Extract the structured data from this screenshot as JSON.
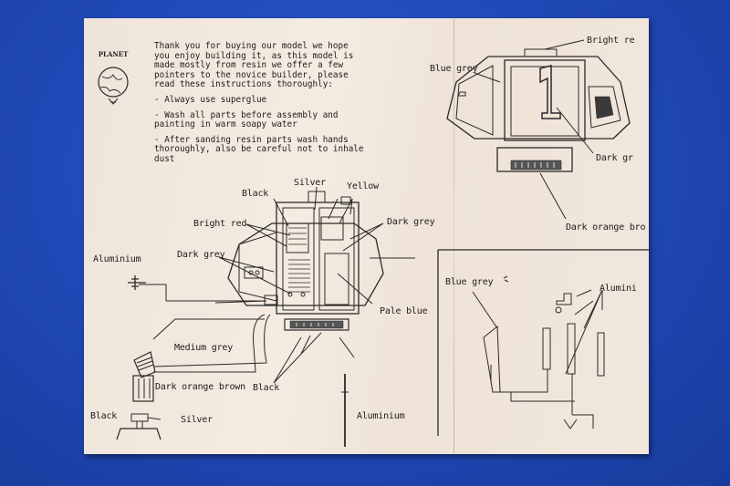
{
  "logo": {
    "text": "PLANET"
  },
  "intro": {
    "paragraphs": [
      "Thank you for buying our model we hope\nyou enjoy building it, as this model is\nmade mostly from resin we offer a few\npointers to the novice builder, please\nread these instructions thoroughly:",
      "- Always use superglue",
      "- Wash all parts before assembly and\npainting in warm soapy water",
      "- After sanding resin parts wash hands\nthoroughly, also be careful not to inhale\ndust"
    ]
  },
  "labels": {
    "bright_re": "Bright re",
    "blue_grey_top": "Blue grey",
    "dark_gr": "Dark gr",
    "dark_orange_bro": "Dark orange bro",
    "silver_top": "Silver",
    "black_top": "Black",
    "yellow": "Yellow",
    "bright_red": "Bright red",
    "dark_grey_right": "Dark grey",
    "dark_grey_left": "Dark grey",
    "aluminium_left": "Aluminium",
    "pale_blue": "Pale blue",
    "medium_grey": "Medium grey",
    "dark_orange_brown": "Dark orange brown",
    "black_bottom": "Black",
    "black_left": "Black",
    "silver_bottom": "Silver",
    "aluminium_bottom": "Aluminium",
    "blue_grey_box": "Blue grey",
    "alumini_box": "Alumini"
  }
}
